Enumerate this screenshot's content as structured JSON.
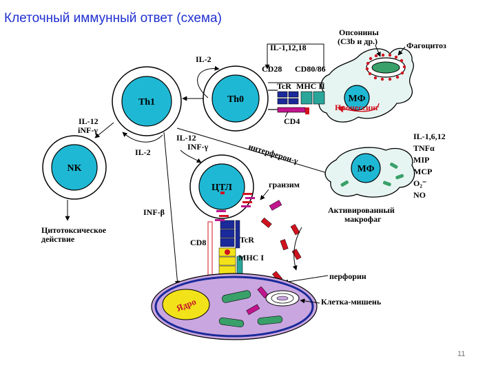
{
  "title": "Клеточный иммунный ответ (схема)",
  "slide_number": "11",
  "colors": {
    "title": "#1f2fd0",
    "cell_fill": "#1fb8d4",
    "cell_outline": "#000000",
    "receptor_blue": "#1a2a9a",
    "receptor_teal": "#2aa59a",
    "mhc_yellow": "#f2e21a",
    "granzyme_magenta": "#c0158c",
    "perforin_red": "#d0121f",
    "target_cell": "#c9a6df",
    "target_nucleus_text": "#c4152a",
    "organelle_green": "#3aa06a",
    "macrophage_fill": "#e7f5f2"
  },
  "cells": {
    "th1": "Th1",
    "th0": "Th0",
    "nk": "NK",
    "ctl": "ЦТЛ",
    "mf_top": "МФ",
    "mf_activated": "МФ",
    "nucleus": "Ядро"
  },
  "labels": {
    "il_2_top": "IL-2",
    "il_1_12_18": "IL-1,12,18",
    "opsonins_1": "Опсонины",
    "opsonins_2": "(С3b и др.)",
    "phagocytosis": "Фагоцитоз",
    "cd28": "CD28",
    "cd80_86": "CD80/86",
    "tcr_top": "TcR",
    "mhc_ii": "MHC II",
    "cd4": "CD4",
    "processing": "Процессинг",
    "il_12_left": "IL-12",
    "inf_gamma_left": "iNF-γ",
    "il_2_mid": "IL-2",
    "il_12_mid": "IL-12",
    "inf_gamma_mid": "INF-γ",
    "interferon": "интерферон-γ",
    "il_1_6_12": "IL-1,6,12",
    "tnf_alpha": "TNFα",
    "mip": "MIP",
    "mcp": "MCP",
    "o2": "O₂⁻",
    "no": "NO",
    "activated_1": "Активированный",
    "activated_2": "макрофаг",
    "granzyme": "гранзим",
    "inf_beta": "INF-β",
    "cytotoxic_1": "Цитотоксическое",
    "cytotoxic_2": "действие",
    "cd8": "CD8",
    "tcr_bottom": "TcR",
    "mhc_i": "MHC I",
    "perforin": "перфорин",
    "target_cell": "Клетка-мишень"
  }
}
